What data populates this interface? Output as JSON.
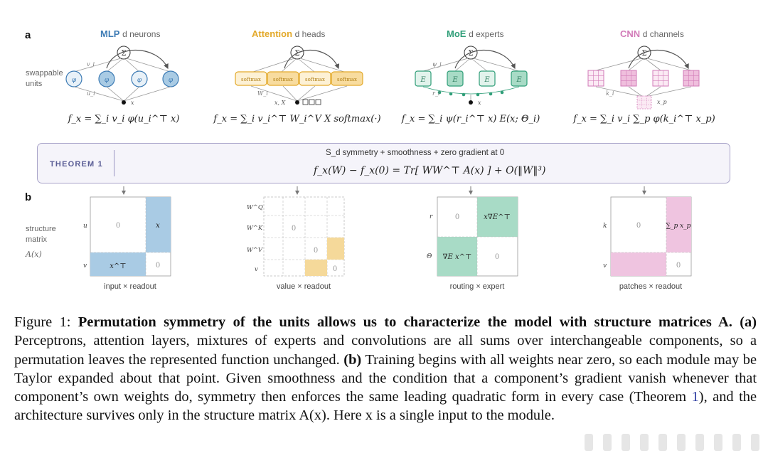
{
  "panel_a_letter": "a",
  "panel_b_letter": "b",
  "columns": [
    {
      "name": "MLP",
      "subtitle": "d neurons",
      "color": "#3e7cb5",
      "formula": "f_x = ∑_i v_i φ(u_i^⊤ x)",
      "unit_glyph": "φ",
      "mat_caption": "input × readout"
    },
    {
      "name": "Attention",
      "subtitle": "d heads",
      "color": "#e3a92a",
      "formula": "f_x = ∑_i v_i^⊤ W_i^V X softmax(·)",
      "unit_glyph": "softmax",
      "mat_caption": "value × readout"
    },
    {
      "name": "MoE",
      "subtitle": "d experts",
      "color": "#2f9e78",
      "formula": "f_x = ∑_i ψ(r_i^⊤ x) E(x; Θ_i)",
      "unit_glyph": "E",
      "mat_caption": "routing × expert"
    },
    {
      "name": "CNN",
      "subtitle": "d channels",
      "color": "#d27bb8",
      "formula": "f_x = ∑_i v_i ∑_p φ(k_i^⊤ x_p)",
      "unit_glyph": "",
      "mat_caption": "patches × readout"
    }
  ],
  "sum_symbol": "Σ",
  "side_labels": {
    "swappable": "swappable units",
    "structure": "structure matrix",
    "structure_sym": "A(x)"
  },
  "diagram_labels": {
    "mlp_v": "v_i",
    "mlp_u": "u_i",
    "mlp_x": "x",
    "att_w": "W_i",
    "att_x": "x, X",
    "moe_psi": "ψ_i",
    "moe_r": "r_i",
    "moe_x": "x",
    "cnn_k": "k_i",
    "cnn_xp": "x_p"
  },
  "theorem": {
    "label": "THEOREM 1",
    "line1": "S_d symmetry + smoothness + zero gradient at 0",
    "line2": "f_x(W) − f_x(0) = Tr[ WW^⊤ A(x) ] + O(‖W‖³)"
  },
  "matrices": {
    "mlp": {
      "row_labels": [
        "u",
        "v"
      ],
      "cells": [
        "0",
        "x",
        "x^⊤",
        "0"
      ]
    },
    "attention": {
      "row_labels": [
        "W^Q",
        "W^K",
        "W^V",
        "v"
      ],
      "cells": [
        "0",
        "0",
        "0"
      ]
    },
    "moe": {
      "row_labels": [
        "r",
        "Θ"
      ],
      "cells": [
        "0",
        "x∇E^⊤",
        "∇E x^⊤",
        "0"
      ]
    },
    "cnn": {
      "row_labels": [
        "k",
        "v"
      ],
      "cells": [
        "0",
        "∑_p x_p",
        "0"
      ]
    }
  },
  "caption": {
    "fig_label": "Figure 1:",
    "title": "Permutation symmetry of the units allows us to characterize the model with structure matrices A.",
    "part_a_label": "(a)",
    "part_a": "Perceptrons, attention layers, mixtures of experts and convolutions are all sums over interchangeable components, so a permutation leaves the represented function unchanged.",
    "part_b_label": "(b)",
    "part_b_1": "Training begins with all weights near zero, so each module may be Taylor expanded about that point. Given smoothness and the condition that a component’s gradient vanish whenever that component’s own weights do, symmetry then enforces the same leading quadratic form in every case (Theorem",
    "ref": "1",
    "part_b_2": "), and the architecture survives only in the structure matrix A(x). Here x is a single input to the module."
  }
}
